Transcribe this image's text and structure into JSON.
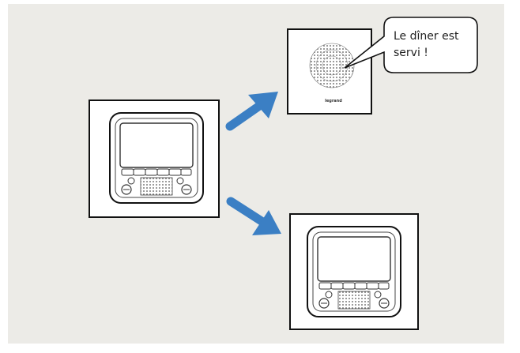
{
  "speech_bubble": {
    "text_line1": "Le dîner est",
    "text_line2": "servi !"
  },
  "speaker": {
    "brand": "legrand"
  },
  "colors": {
    "arrow": "#3b7fc4",
    "background": "#ecebe7",
    "frame": "#111111"
  },
  "icons": [
    "key-icon",
    "bell-icon",
    "handset-icon",
    "speaker-grille-icon"
  ]
}
